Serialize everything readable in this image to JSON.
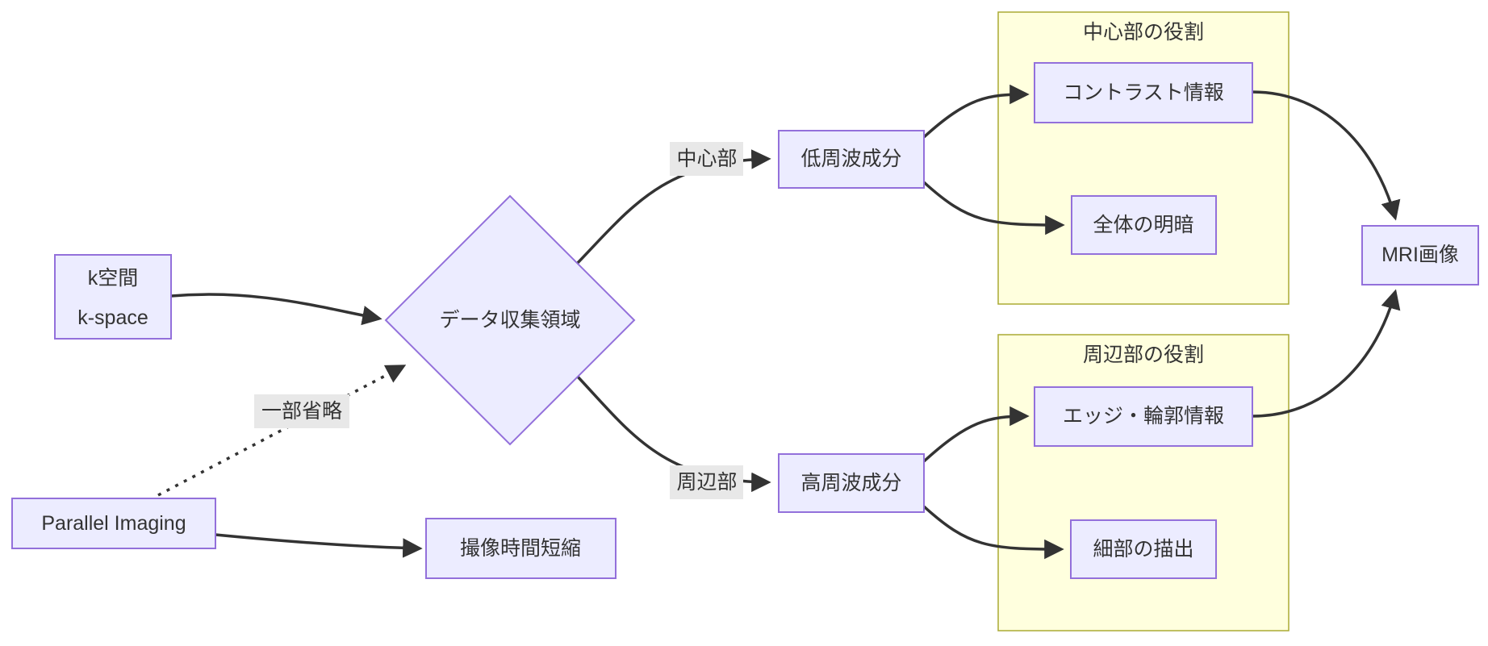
{
  "diagram": {
    "type": "flowchart",
    "nodes": {
      "kspace": {
        "line1": "k空間",
        "line2": "k-space"
      },
      "parallel_imaging": {
        "label": "Parallel Imaging"
      },
      "data_region": {
        "label": "データ収集領域",
        "shape": "diamond"
      },
      "low_freq": {
        "label": "低周波成分"
      },
      "high_freq": {
        "label": "高周波成分"
      },
      "scan_time": {
        "label": "撮像時間短縮"
      },
      "contrast": {
        "label": "コントラスト情報"
      },
      "brightness": {
        "label": "全体の明暗"
      },
      "edge_info": {
        "label": "エッジ・輪郭情報"
      },
      "detail": {
        "label": "細部の描出"
      },
      "mri_image": {
        "label": "MRI画像"
      }
    },
    "clusters": {
      "center_role": {
        "title": "中心部の役割"
      },
      "periphery_role": {
        "title": "周辺部の役割"
      }
    },
    "edge_labels": {
      "partial_skip": "一部省略",
      "center": "中心部",
      "periphery": "周辺部"
    },
    "colors": {
      "node_fill": "#ECECFF",
      "node_border": "#9370DB",
      "cluster_fill": "#FFFFDE",
      "cluster_border": "#AAAA33",
      "edge_stroke": "#333333",
      "text": "#333333",
      "edge_label_bg": "#E8E8E8"
    }
  }
}
